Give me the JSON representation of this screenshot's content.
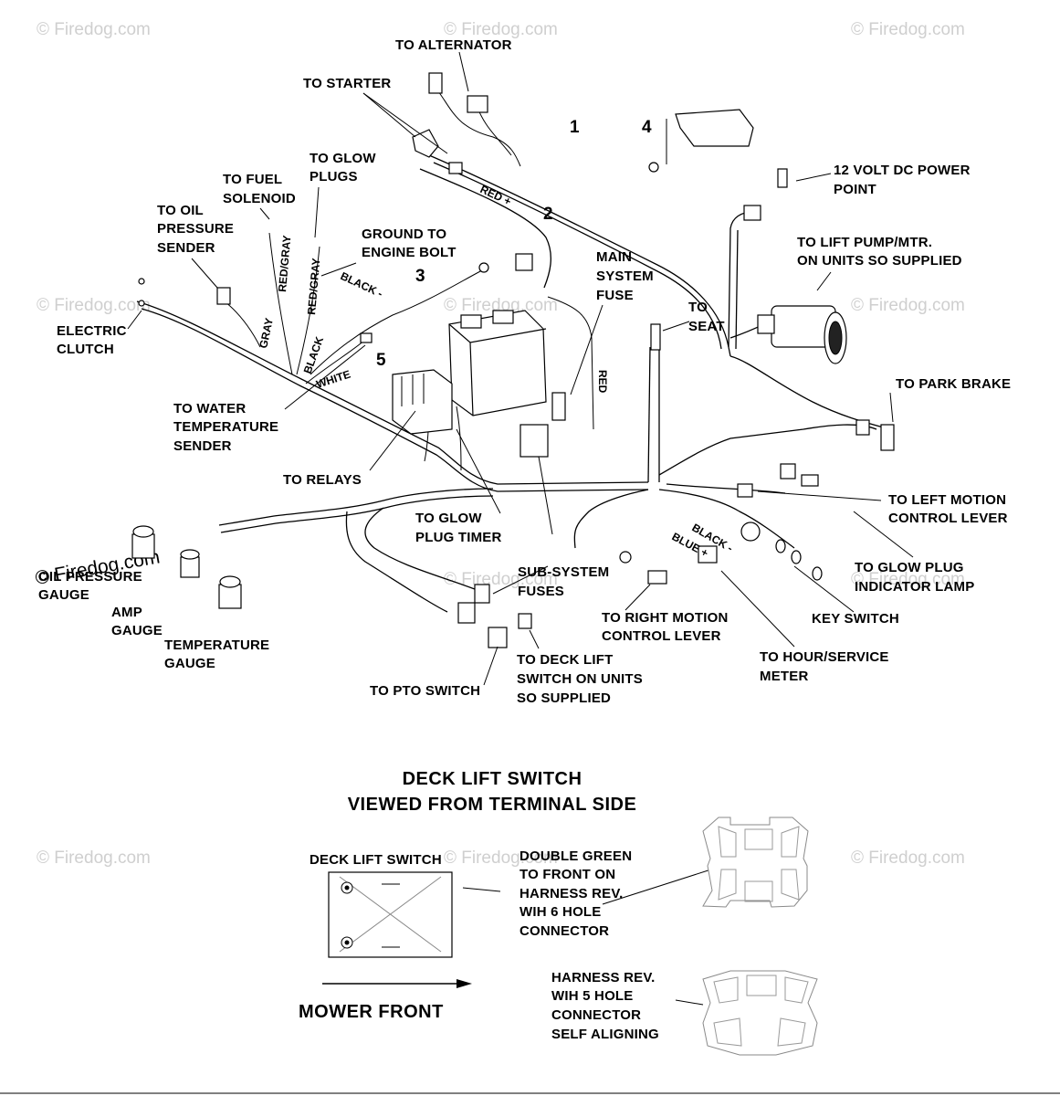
{
  "watermark": "© Firedog.com",
  "callouts": {
    "n1": "1",
    "n2": "2",
    "n3": "3",
    "n4": "4",
    "n5": "5"
  },
  "labels": {
    "to_alternator": "TO ALTERNATOR",
    "to_starter": "TO STARTER",
    "to_glow_plugs_1": "TO GLOW",
    "to_glow_plugs_2": "PLUGS",
    "to_fuel_1": "TO FUEL",
    "to_fuel_2": "SOLENOID",
    "to_oil_1": "TO OIL",
    "to_oil_2": "PRESSURE",
    "to_oil_3": "SENDER",
    "ground_1": "GROUND TO",
    "ground_2": "ENGINE BOLT",
    "main_fuse_1": "MAIN",
    "main_fuse_2": "SYSTEM",
    "main_fuse_3": "FUSE",
    "to_seat_1": "TO",
    "to_seat_2": "SEAT",
    "power_point_1": "12 VOLT DC POWER",
    "power_point_2": "POINT",
    "lift_pump_1": "TO LIFT PUMP/MTR.",
    "lift_pump_2": "ON UNITS SO SUPPLIED",
    "electric_clutch_1": "ELECTRIC",
    "electric_clutch_2": "CLUTCH",
    "to_park_brake": "TO PARK BRAKE",
    "water_temp_1": "TO WATER",
    "water_temp_2": "TEMPERATURE",
    "water_temp_3": "SENDER",
    "to_relays": "TO RELAYS",
    "glow_timer_1": "TO GLOW",
    "glow_timer_2": "PLUG TIMER",
    "left_motion_1": "TO LEFT MOTION",
    "left_motion_2": "CONTROL LEVER",
    "glow_lamp_1": "TO GLOW PLUG",
    "glow_lamp_2": "INDICATOR LAMP",
    "oil_gauge_1": "OIL PRESSURE",
    "oil_gauge_2": "GAUGE",
    "amp_gauge_1": "AMP",
    "amp_gauge_2": "GAUGE",
    "temp_gauge_1": "TEMPERATURE",
    "temp_gauge_2": "GAUGE",
    "sub_fuses_1": "SUB-SYSTEM",
    "sub_fuses_2": "FUSES",
    "right_motion_1": "TO RIGHT MOTION",
    "right_motion_2": "CONTROL LEVER",
    "key_switch": "KEY SWITCH",
    "hour_meter_1": "TO HOUR/SERVICE",
    "hour_meter_2": "METER",
    "deck_lift_1": "TO DECK LIFT",
    "deck_lift_2": "SWITCH ON UNITS",
    "deck_lift_3": "SO SUPPLIED",
    "to_pto": "TO PTO SWITCH"
  },
  "wire_colors": {
    "red_plus": "RED +",
    "red_gray_1": "RED/GRAY",
    "red_gray_2": "RED/GRAY",
    "gray": "GRAY",
    "black_minus": "BLACK -",
    "black": "BLACK",
    "white": "WHITE",
    "red": "RED",
    "black_minus_2": "BLACK -",
    "blue_plus": "BLUE +"
  },
  "inset": {
    "title_1": "DECK LIFT SWITCH",
    "title_2": "VIEWED FROM TERMINAL SIDE",
    "switch_label": "DECK LIFT SWITCH",
    "note6_1": "DOUBLE GREEN",
    "note6_2": "TO FRONT ON",
    "note6_3": "HARNESS REV.",
    "note6_4": "WIH 6 HOLE",
    "note6_5": "CONNECTOR",
    "note5_1": "HARNESS REV.",
    "note5_2": "WIH 5 HOLE",
    "note5_3": "CONNECTOR",
    "note5_4": "SELF ALIGNING",
    "mower_front": "MOWER FRONT"
  }
}
